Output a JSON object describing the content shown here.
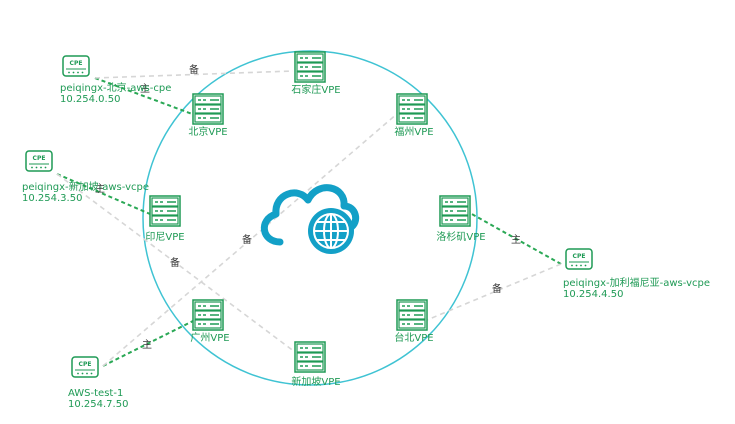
{
  "colors": {
    "green": "#1f9a55",
    "ring": "#3fc3d3",
    "cloud": "#13a0c7",
    "backup_line": "#d6d6d6",
    "primary_line": "#2aa855",
    "role_text": "#3a3a3a"
  },
  "icons": {
    "center": "cloud-globe-icon",
    "vpe": "server-rack-icon",
    "cpe": "router-device-icon"
  },
  "vpes": [
    {
      "id": "sjz",
      "label": "石家庄VPE"
    },
    {
      "id": "bj",
      "label": "北京VPE"
    },
    {
      "id": "fz",
      "label": "福州VPE"
    },
    {
      "id": "yn",
      "label": "印尼VPE"
    },
    {
      "id": "lsj",
      "label": "洛杉矶VPE"
    },
    {
      "id": "gz",
      "label": "广州VPE"
    },
    {
      "id": "tb",
      "label": "台北VPE"
    },
    {
      "id": "xjp",
      "label": "新加坡VPE"
    }
  ],
  "cpes": [
    {
      "id": "c1",
      "badge": "CPE",
      "name": "peiqingx-北京-aws-cpe",
      "ip": "10.254.0.50"
    },
    {
      "id": "c2",
      "badge": "CPE",
      "name": "peiqingx-新加坡-aws-vcpe",
      "ip": "10.254.3.50"
    },
    {
      "id": "c3",
      "badge": "CPE",
      "name": "peiqingx-加利福尼亚-aws-vcpe",
      "ip": "10.254.4.50"
    },
    {
      "id": "c4",
      "badge": "CPE",
      "name": "AWS-test-1",
      "ip": "10.254.7.50"
    }
  ],
  "links": [
    {
      "id": "c1-bj",
      "from": "c1",
      "to": "bj",
      "type": "primary",
      "label": "主"
    },
    {
      "id": "c1-sjz",
      "from": "c1",
      "to": "sjz",
      "type": "backup",
      "label": "备"
    },
    {
      "id": "c2-yn",
      "from": "c2",
      "to": "yn",
      "type": "primary",
      "label": "主"
    },
    {
      "id": "c2-xjp",
      "from": "c2",
      "to": "xjp",
      "type": "backup",
      "label": "备"
    },
    {
      "id": "c3-lsj",
      "from": "c3",
      "to": "lsj",
      "type": "primary",
      "label": "主"
    },
    {
      "id": "c3-tb",
      "from": "c3",
      "to": "tb",
      "type": "backup",
      "label": "备"
    },
    {
      "id": "c4-gz",
      "from": "c4",
      "to": "gz",
      "type": "primary",
      "label": "主"
    },
    {
      "id": "c4-fz",
      "from": "c4",
      "to": "fz",
      "type": "backup",
      "label": "备"
    }
  ]
}
